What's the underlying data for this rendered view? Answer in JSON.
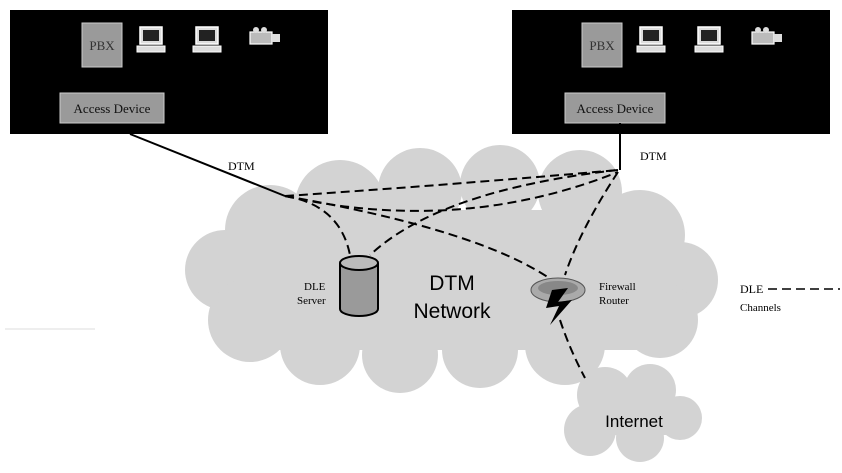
{
  "sites": [
    {
      "pbx_label": "PBX",
      "access_label": "Access Device",
      "link_label": "DTM"
    },
    {
      "pbx_label": "PBX",
      "access_label": "Access Device",
      "link_label": "DTM"
    }
  ],
  "network": {
    "line1": "DTM",
    "line2": "Network"
  },
  "dle_server": {
    "line1": "DLE",
    "line2": "Server"
  },
  "firewall": {
    "line1": "Firewall",
    "line2": "Router"
  },
  "internet": {
    "label": "Internet"
  },
  "legend": {
    "line1": "DLE",
    "line2": "Channels"
  },
  "colors": {
    "site_box": "#000000",
    "cloud": "#d3d3d3",
    "device_fill": "#9a9a9a",
    "line": "#000000"
  }
}
